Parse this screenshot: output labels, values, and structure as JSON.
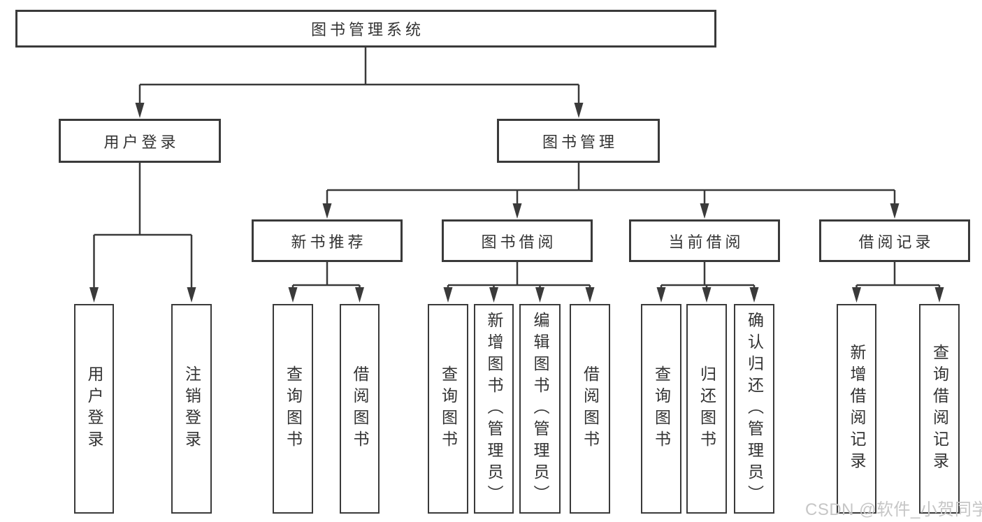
{
  "tree": {
    "root": {
      "label": "图书管理系统"
    },
    "level2": [
      {
        "label": "用户登录",
        "children": [
          {
            "label": "用户登录"
          },
          {
            "label": "注销登录"
          }
        ]
      },
      {
        "label": "图书管理",
        "children": [
          {
            "label": "新书推荐",
            "children": [
              {
                "label": "查询图书"
              },
              {
                "label": "借阅图书"
              }
            ]
          },
          {
            "label": "图书借阅",
            "children": [
              {
                "label": "查询图书"
              },
              {
                "label": "新增图书（管理员）"
              },
              {
                "label": "编辑图书（管理员）"
              },
              {
                "label": "借阅图书"
              }
            ]
          },
          {
            "label": "当前借阅",
            "children": [
              {
                "label": "查询图书"
              },
              {
                "label": "归还图书"
              },
              {
                "label": "确认归还（管理员）"
              }
            ]
          },
          {
            "label": "借阅记录",
            "children": [
              {
                "label": "新增借阅记录"
              },
              {
                "label": "查询借阅记录"
              }
            ]
          }
        ]
      }
    ]
  },
  "watermark": {
    "text": "CSDN @软件_小贺同学"
  },
  "colors": {
    "line": "#3a3a3a",
    "box_border": "#3a3a3a",
    "text": "#333333",
    "watermark": "#c6c6c6",
    "background": "#ffffff"
  }
}
